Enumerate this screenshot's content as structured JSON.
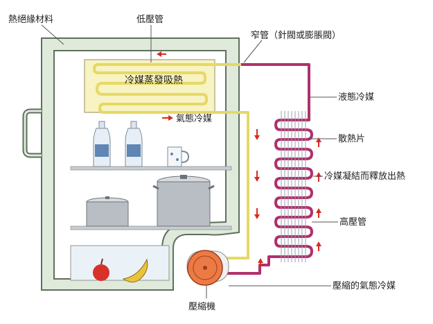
{
  "labels": {
    "insulation": "熱絕緣材料",
    "low_pressure_pipe": "低壓管",
    "narrow_pipe": "窄管（針閥或膨脹閥）",
    "evaporator": "冷媒蒸發吸熱",
    "gas_refrigerant": "氣態冷媒",
    "liquid_refrigerant": "液態冷媒",
    "heat_sink": "散熱片",
    "condense_release": "冷媒凝結而釋放出熱",
    "high_pressure_pipe": "高壓管",
    "compressed_gas": "壓縮的氣態冷媒",
    "compressor": "壓縮機"
  },
  "colors": {
    "wall_fill": "#dfeadb",
    "wall_stroke": "#5e6f5d",
    "evaporator_fill": "#f8f3c2",
    "low_pipe": "#e6d864",
    "high_pipe": "#b0306c",
    "arrow": "#d62b1e",
    "compressor": "#ec7a45"
  },
  "icons": {
    "bottle": "bottle-icon",
    "cup": "cup-icon",
    "pot": "pot-icon",
    "apple": "apple-icon",
    "banana": "banana-icon"
  }
}
